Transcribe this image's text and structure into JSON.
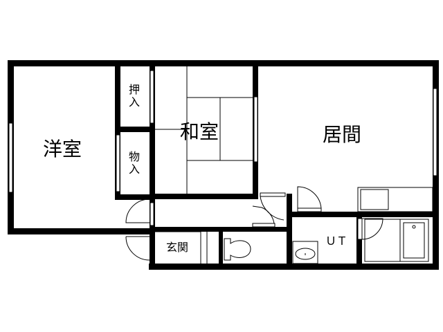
{
  "floor_plan": {
    "rooms": [
      {
        "id": "western-room",
        "label": "洋室"
      },
      {
        "id": "japanese-room",
        "label": "和室"
      },
      {
        "id": "living-room",
        "label": "居間"
      },
      {
        "id": "closet-oshiire",
        "label": "押入"
      },
      {
        "id": "storage-mono",
        "label": "物入"
      },
      {
        "id": "entrance",
        "label": "玄関"
      },
      {
        "id": "unit-toilet",
        "label": "ＵＴ"
      }
    ],
    "colors": {
      "wall": "#000000",
      "background": "#ffffff"
    }
  }
}
